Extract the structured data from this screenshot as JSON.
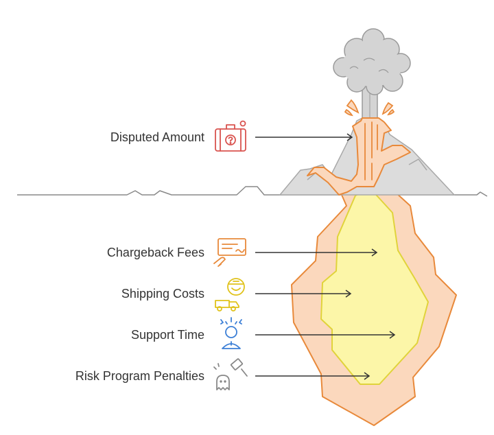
{
  "labels": [
    {
      "id": "disputed",
      "text": "Disputed Amount",
      "icon": "suitcase-question-icon",
      "color": "#d9534f"
    },
    {
      "id": "chargeback",
      "text": "Chargeback Fees",
      "icon": "check-payment-icon",
      "color": "#e8893a"
    },
    {
      "id": "shipping",
      "text": "Shipping Costs",
      "icon": "delivery-truck-icon",
      "color": "#e0c21a"
    },
    {
      "id": "support",
      "text": "Support Time",
      "icon": "stressed-agent-icon",
      "color": "#3c7fd6"
    },
    {
      "id": "penalties",
      "text": "Risk Program Penalties",
      "icon": "gavel-icon",
      "color": "#888888"
    }
  ],
  "colors": {
    "ground_line": "#888888",
    "mountain_fill": "#dcdcdc",
    "mountain_stroke": "#a8a8a8",
    "cloud_fill": "#d4d4d4",
    "lava": "#e8893a",
    "outer_fill": "#fbd8bd",
    "inner_fill": "#fcf6a8",
    "inner_stroke": "#e0d33a",
    "arrow": "#333333"
  }
}
